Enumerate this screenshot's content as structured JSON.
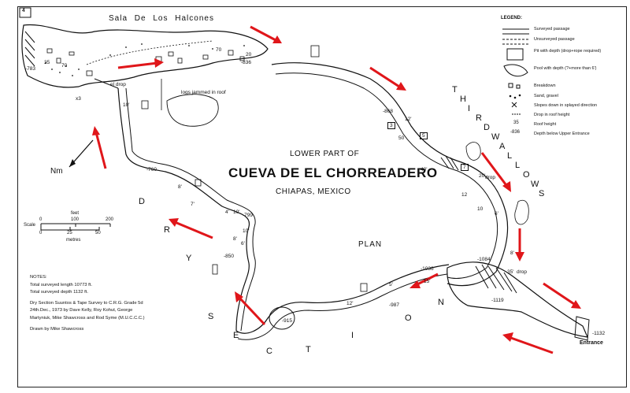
{
  "map": {
    "title_top": "LOWER PART OF",
    "title_main": "CUEVA DE EL CHORREADERO",
    "title_place": "CHIAPAS, MEXICO",
    "plan_label": "PLAN",
    "sala_label": "Sala De Los Halcones",
    "north_label": "Nm",
    "entrance_label": "Entrance",
    "sheet_number": "4",
    "section_letters": {
      "third_wallows": [
        "T",
        "H",
        "I",
        "R",
        "D",
        "W",
        "A",
        "L",
        "L",
        "O",
        "W",
        "S"
      ],
      "dry": [
        "D",
        "R",
        "Y"
      ],
      "section": [
        "S",
        "E",
        "C",
        "T",
        "I",
        "O",
        "N"
      ]
    },
    "arrow_color": "#e0161a",
    "ink_color": "#111111"
  },
  "legend": {
    "title": "LEGEND:",
    "items": [
      {
        "label": "Surveyed passage"
      },
      {
        "label": "Unsurveyed passage"
      },
      {
        "label": "Pit with depth (drop+rope required)"
      },
      {
        "label": "Pool with depth (?+more than 6')"
      },
      {
        "label": "Breakdown"
      },
      {
        "label": "Sand, gravel"
      },
      {
        "label": "Slopes down in splayed direction"
      },
      {
        "label": "Drop in roof height"
      },
      {
        "label": "Roof height"
      },
      {
        "label": "Depth below Upper Entrance"
      }
    ],
    "roof_height_sample": "35",
    "depth_sample": "-836"
  },
  "scale": {
    "label": "Scale",
    "feet_label": "feet",
    "feet_ticks": [
      "0",
      "100",
      "200"
    ],
    "metres_label": "metres",
    "metres_ticks": [
      "0",
      "25",
      "50"
    ]
  },
  "notes": {
    "heading": "NOTES:",
    "lines": [
      "Total surveyed length 10773 ft.",
      "Total surveyed depth 1132 ft.",
      "Dry Section Suuntos & Tape Survey to C.R.G. Grade 5d",
      "24th.Dec., 1973 by Dave Kelly, Roy Kohut, George",
      "Martyniuk, Mike Shawcross and Rod Syme (M.U.C.C.C.)",
      "Drawn by Mike Shawcross"
    ]
  },
  "annotations": {
    "depths": [
      "-783",
      "-836",
      "-868",
      "-760",
      "-799",
      "-850",
      "-915",
      "-987",
      "-1036",
      "-1084",
      "-1119",
      "-1132"
    ],
    "roof_heights": [
      "35",
      "70",
      "70",
      "20",
      "10'",
      "8'",
      "7'",
      "4'",
      "10'",
      "10'",
      "8'",
      "6'",
      "12'",
      "50",
      "40'",
      "20'",
      "12",
      "10",
      "6'",
      "8'",
      "35'",
      "15'",
      "5'",
      "12'"
    ],
    "notes_in_map": [
      "logs jammed in roof",
      "el drop",
      "drop",
      "drop",
      "x3"
    ],
    "station_boxes": [
      "3",
      "5",
      "7"
    ]
  }
}
